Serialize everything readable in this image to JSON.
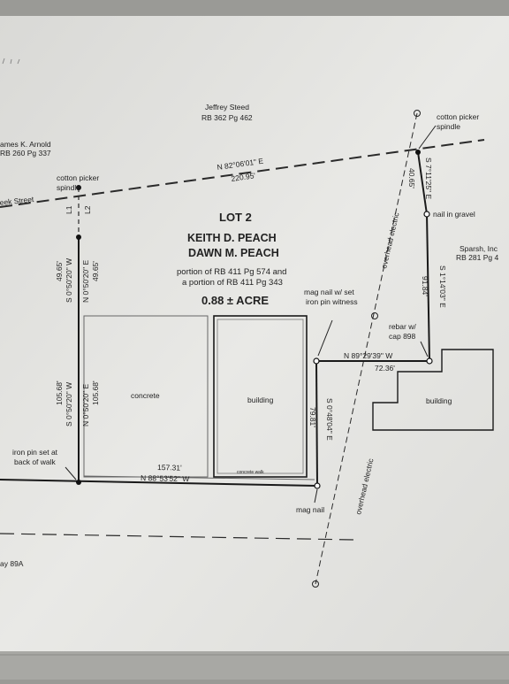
{
  "title": {
    "lot": "LOT 2",
    "owner1": "KEITH D. PEACH",
    "owner2": "DAWN M. PEACH"
  },
  "portion": {
    "line1": "portion of RB 411 Pg 574 and",
    "line2": "a portion of RB 411 Pg 343"
  },
  "acreage": "0.88 ± ACRE",
  "neighbors": {
    "steed_name": "Jeffrey Steed",
    "steed_ref": "RB 362 Pg 462",
    "arnold_name": "ames K. Arnold",
    "arnold_ref": "RB 260 Pg 337",
    "sparsh_name": "Sparsh, Inc",
    "sparsh_ref": "RB 281 Pg 4"
  },
  "streets": {
    "north": "eek Street",
    "south": "ay 89A"
  },
  "bearings": {
    "north_line": "N 82°06'01\" E",
    "north_dist": "220.95'",
    "ne_short_bearing": "S 7°11'25\" E",
    "ne_short_dist": "40.65'",
    "east_upper_bearing": "S 1°14'03\" E",
    "east_upper_dist": "91.84'",
    "mid_line_bearing": "N 89°29'39\" W",
    "mid_line_dist": "72.36'",
    "east_lower_bearing": "S 0°48'04\" E",
    "east_lower_dist": "79.81'",
    "south_line_dist": "157.31'",
    "south_line_bearing": "N 88°53'52\" W",
    "west_upper_left_dist": "49.65'",
    "west_upper_left_bearing": "S 0°50'20\" W",
    "west_upper_right_bearing": "N 0°50'20\" E",
    "west_upper_right_dist": "49.65'",
    "west_lower_left_dist": "105.68'",
    "west_lower_left_bearing": "S 0°50'20\" W",
    "west_lower_right_bearing": "N 0°50'20\" E",
    "west_lower_right_dist": "105.68'",
    "l1": "L1",
    "l2": "L2"
  },
  "annotations": {
    "cotton_picker_west_1": "cotton picker",
    "cotton_picker_west_2": "spindle",
    "cotton_picker_ne_1": "cotton picker",
    "cotton_picker_ne_2": "spindle",
    "nail_in_gravel": "nail in gravel",
    "mag_nail_witness_1": "mag nail w/ set",
    "mag_nail_witness_2": "iron pin witness",
    "rebar_1": "rebar w/",
    "rebar_2": "cap 898",
    "overhead_electric_north": "overhead electric",
    "overhead_electric_south": "overhead electric",
    "concrete": "concrete",
    "building_main": "building",
    "building_east": "building",
    "iron_pin_1": "iron pin set at",
    "iron_pin_2": "back of walk",
    "concrete_walk": "concrete walk",
    "mag_nail": "mag nail"
  }
}
